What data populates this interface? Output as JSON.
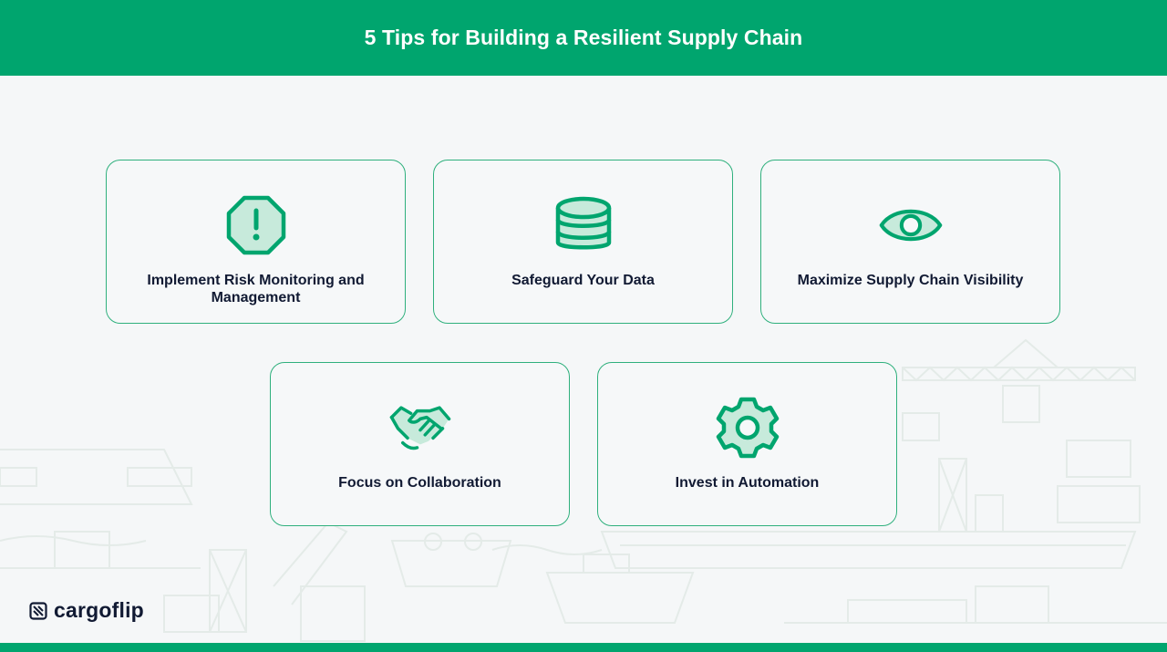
{
  "header": {
    "title": "5 Tips for Building a Resilient Supply Chain"
  },
  "colors": {
    "brand_green": "#00a56e",
    "icon_fill": "#c7eadb",
    "text_dark": "#111a33"
  },
  "tips": [
    {
      "label": "Implement Risk Monitoring and Management",
      "icon": "warning-octagon-icon"
    },
    {
      "label": "Safeguard Your Data",
      "icon": "database-icon"
    },
    {
      "label": "Maximize Supply Chain Visibility",
      "icon": "eye-icon"
    },
    {
      "label": "Focus on Collaboration",
      "icon": "handshake-icon"
    },
    {
      "label": "Invest in Automation",
      "icon": "gear-icon"
    }
  ],
  "logo": {
    "text": "cargoflip"
  }
}
